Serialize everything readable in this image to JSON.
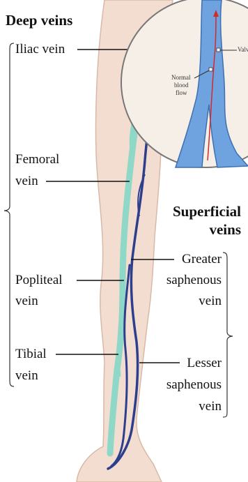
{
  "headings": {
    "deep": "Deep veins",
    "superficial_line1": "Superficial",
    "superficial_line2": "veins"
  },
  "labels": {
    "iliac": "Iliac vein",
    "femoral_1": "Femoral",
    "femoral_2": "vein",
    "popliteal_1": "Popliteal",
    "popliteal_2": "vein",
    "tibial_1": "Tibial",
    "tibial_2": "vein",
    "greater_1": "Greater",
    "greater_2": "saphenous",
    "greater_3": "vein",
    "lesser_1": "Lesser",
    "lesser_2": "saphenous",
    "lesser_3": "vein"
  },
  "inset": {
    "valve": "Valve",
    "normal_1": "Normal",
    "normal_2": "blood",
    "normal_3": "flow"
  },
  "colors": {
    "deep_vein": "#8fd8c8",
    "superficial_vein": "#2d3f8c",
    "skin": "#f3ddd0",
    "inset_vein": "#6fa3e0",
    "flow_arrow": "#d22a2a"
  }
}
